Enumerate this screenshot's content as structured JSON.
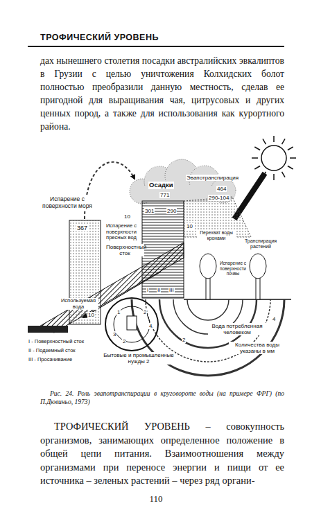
{
  "diagram": {
    "title": "ТРОФИЧЕСКИЙ УРОВЕНЬ",
    "caption": "Рис. 24. Роль эвапотранспирации в круговороте воды (на примере ФРГ) (по П.Дювиньо, 1973)",
    "labels": [
      "дах нынешнего столетия посадки австралийских эвкалиптов в Грузии с целью уничтожения Колхидских болот полностью преобразили данную местность, сделав ее пригодной для выращивания чая, цитрусовых и других ценных пород, а также для использования как курортного района.",
      "Испарение с поверхности моря",
      "367",
      "Осадки",
      "771",
      "Эвапотранспирация",
      "464",
      "290-104",
      "301",
      "290",
      "10",
      "Испарение с поверхности пресных вод",
      "10",
      "Перехват воды кронами",
      "Транспирация растений",
      "Поверхностный сток",
      "I",
      "II",
      "III",
      "Испарение с поверхности почвы",
      "Используемая вода",
      "10",
      "1",
      "2",
      "3",
      "4",
      "2",
      "Вода потребленная человеком",
      "4",
      "I - Поверхностный сток",
      "II - Подземный сток",
      "III - Просачивание",
      "Бытовые и промышленные нужды 2",
      "2",
      "Количества воды указаны в мм",
      "ТРОФИЧЕСКИЙ УРОВЕНЬ – совокупность организмов, занимающих определенное положение в общей цепи питания. Взаимоотношения между организмами при переносе энергии и пищи от ее источника – зеленых растений – через ряд органи-",
      "110"
    ]
  }
}
